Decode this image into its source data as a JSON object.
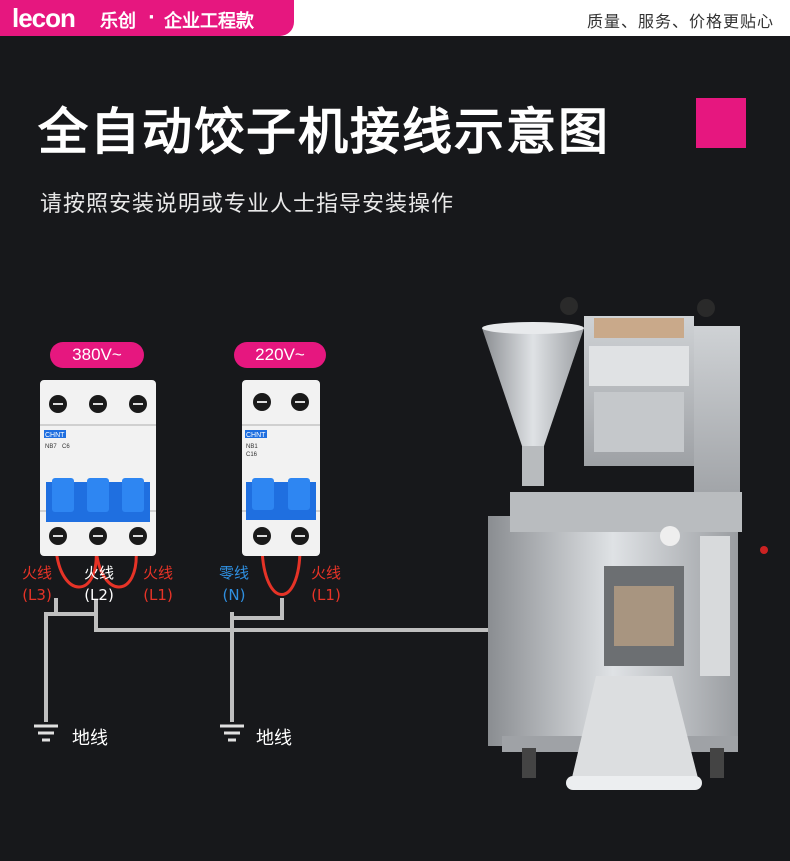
{
  "header": {
    "logo_text": "lecon",
    "logo_cn": "乐创",
    "separator": "·",
    "edition": "企业工程款",
    "slogan": "质量、服务、价格更贴心"
  },
  "title": "全自动饺子机接线示意图",
  "subtitle": "请按照安装说明或专业人士指导安装操作",
  "breakers": [
    {
      "voltage": "380V~",
      "brand": "CHNT",
      "model": "NB7",
      "rating": "C6",
      "wires": [
        {
          "name": "火线",
          "code": "(L3)",
          "color": "#e63327"
        },
        {
          "name": "火线",
          "code": "(L2)",
          "color": "#ffffff"
        },
        {
          "name": "火线",
          "code": "(L1)",
          "color": "#e63327"
        }
      ]
    },
    {
      "voltage": "220V~",
      "brand": "CHNT",
      "model": "NB1",
      "rating": "C16",
      "wires": [
        {
          "name": "零线",
          "code": "(N)",
          "color": "#2f8fe0"
        },
        {
          "name": "火线",
          "code": "(L1)",
          "color": "#e63327"
        }
      ]
    }
  ],
  "ground_label": "地线",
  "colors": {
    "accent": "#e6177f",
    "live_wire": "#e63327",
    "neutral_wire": "#2f8fe0",
    "background": "#17181b"
  }
}
